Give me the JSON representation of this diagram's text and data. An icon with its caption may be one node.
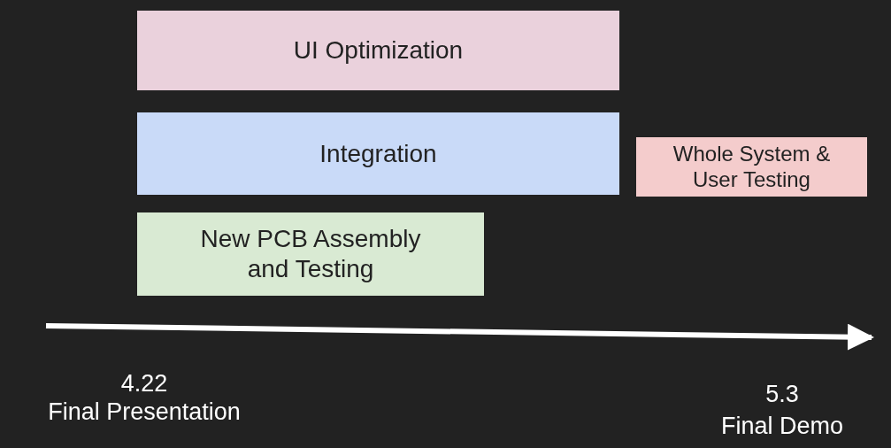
{
  "diagram": {
    "nodes": [
      {
        "text": [
          "UI Optimization"
        ]
      },
      {
        "text": [
          "Integration"
        ]
      },
      {
        "text": [
          "Whole System & User Testing"
        ]
      },
      {
        "text": [
          "New PCB Assembly and Testing"
        ]
      }
    ],
    "edges": [],
    "labels": [
      "4.22",
      "Final Presentation",
      "5.3",
      "Final Demo"
    ]
  }
}
